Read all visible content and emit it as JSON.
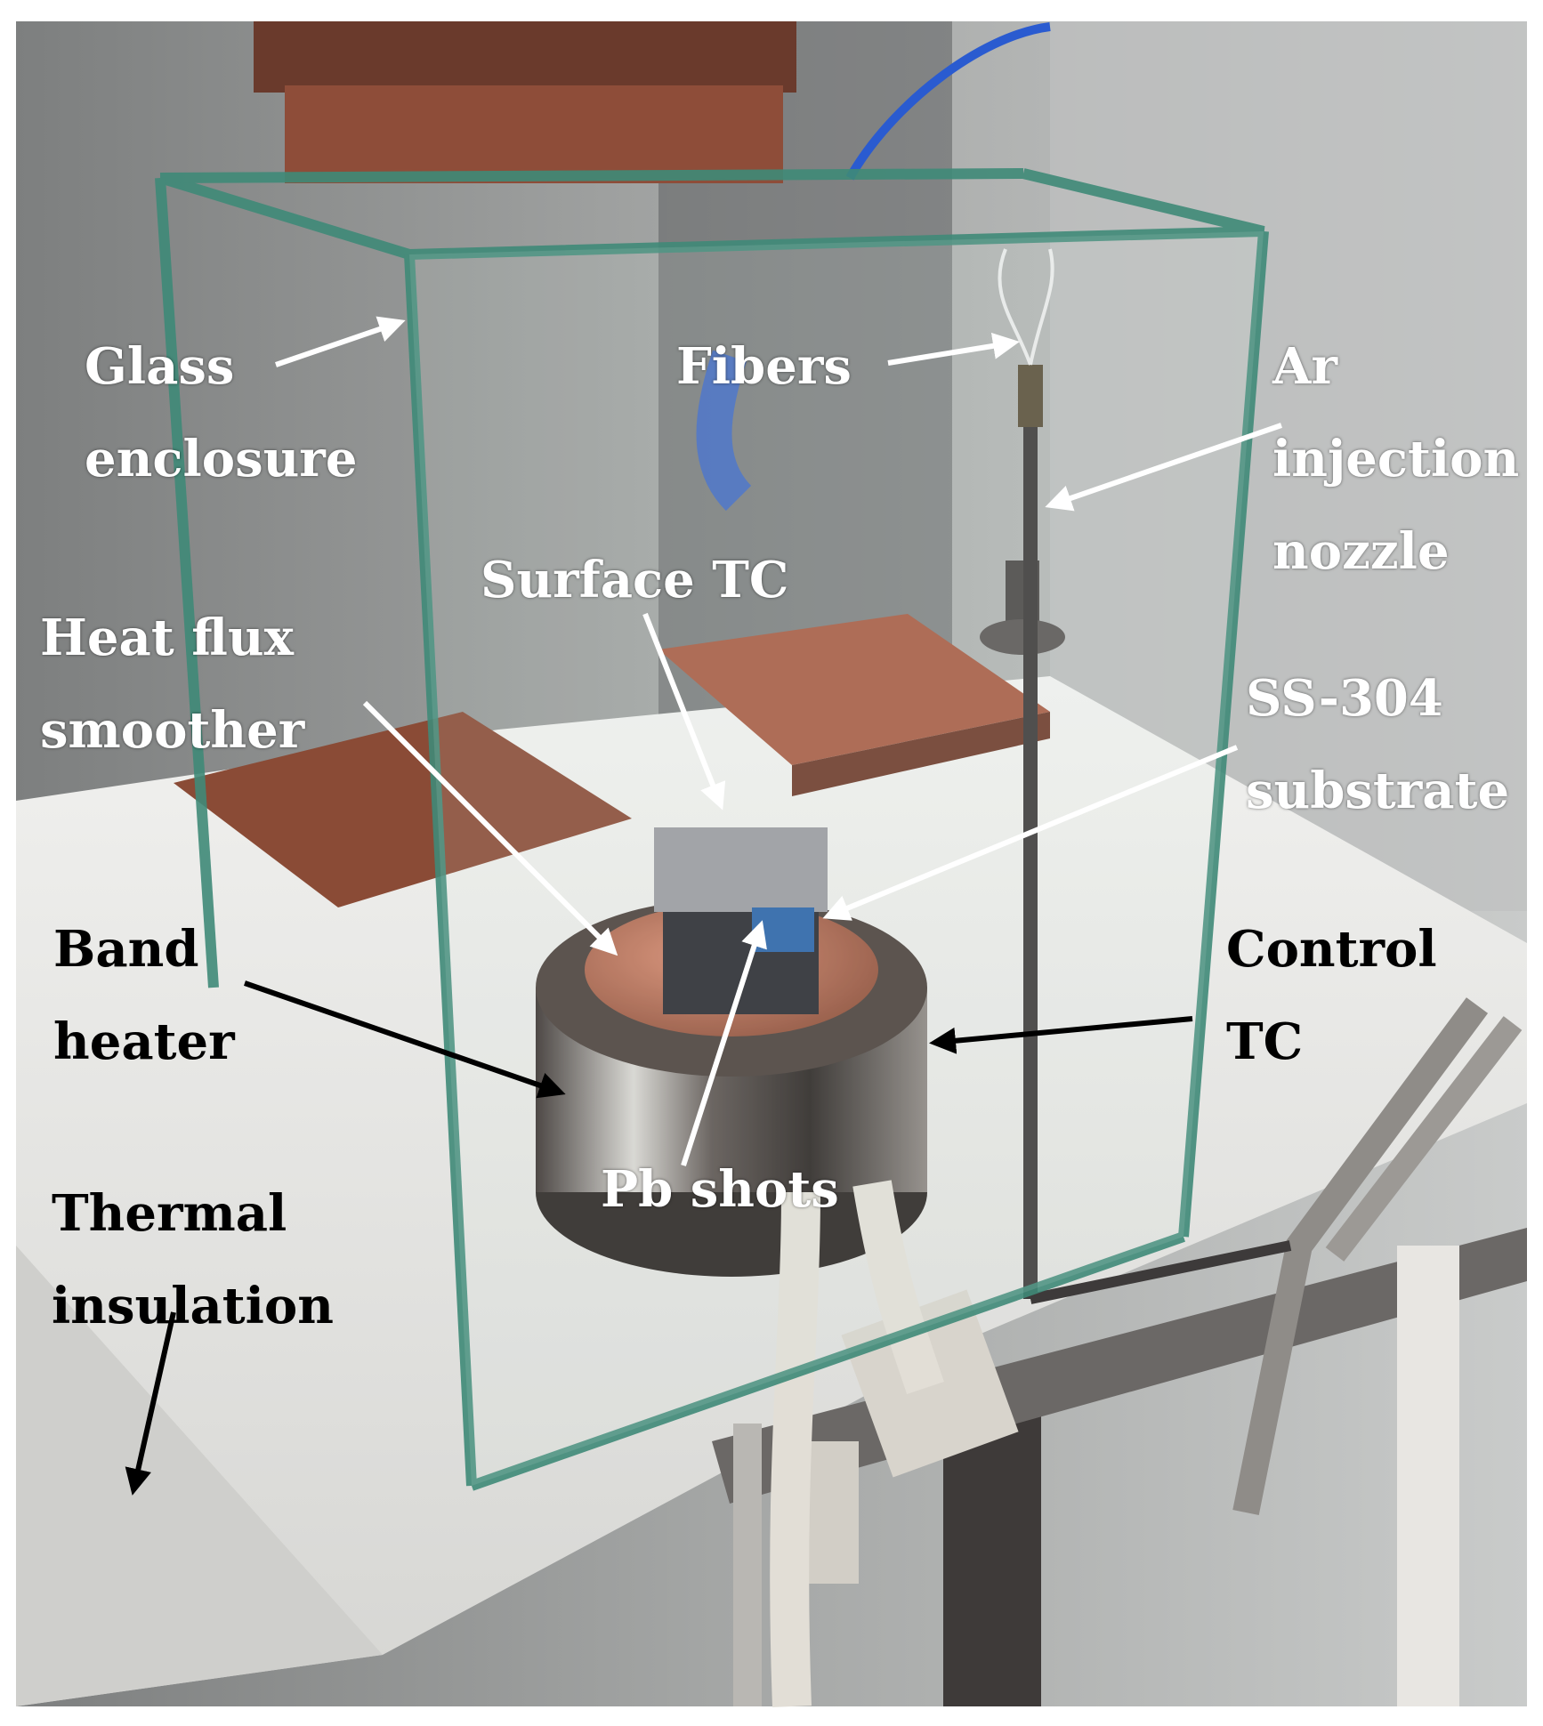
{
  "figure": {
    "labels": {
      "glass_enclosure": [
        "Glass",
        "enclosure"
      ],
      "fibers": [
        "Fibers"
      ],
      "ar_injection_nozzle": [
        "Ar",
        "injection",
        "nozzle"
      ],
      "surface_tc": [
        "Surface TC"
      ],
      "heat_flux_smoother": [
        "Heat flux",
        "smoother"
      ],
      "ss304_substrate": [
        "SS-304",
        "substrate"
      ],
      "band_heater": [
        "Band",
        "heater"
      ],
      "control_tc": [
        "Control",
        "TC"
      ],
      "pb_shots": [
        "Pb shots"
      ],
      "thermal_insulation": [
        "Thermal",
        "insulation"
      ]
    },
    "colors": {
      "light_label": "#ffffff",
      "dark_label": "#000000",
      "glass_edge": "#3f8a78",
      "copper": "#b8654a",
      "insulation": "#e9e9e6",
      "background_wall": "#9a9c9a"
    }
  }
}
